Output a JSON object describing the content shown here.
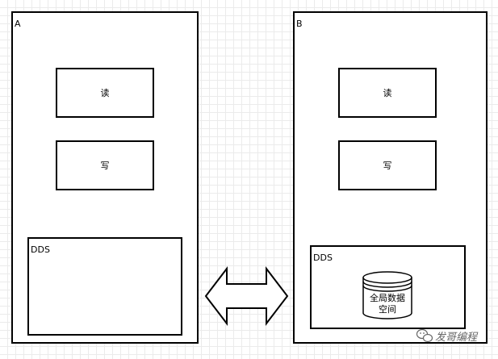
{
  "node_a": {
    "label": "A",
    "read_label": "读",
    "write_label": "写",
    "dds_label": "DDS"
  },
  "node_b": {
    "label": "B",
    "read_label": "读",
    "write_label": "写",
    "dds_label": "DDS",
    "global_space_line1": "全局数据",
    "global_space_line2": "空间"
  },
  "watermark": {
    "text": "发哥编程",
    "icon": "wechat-icon"
  }
}
